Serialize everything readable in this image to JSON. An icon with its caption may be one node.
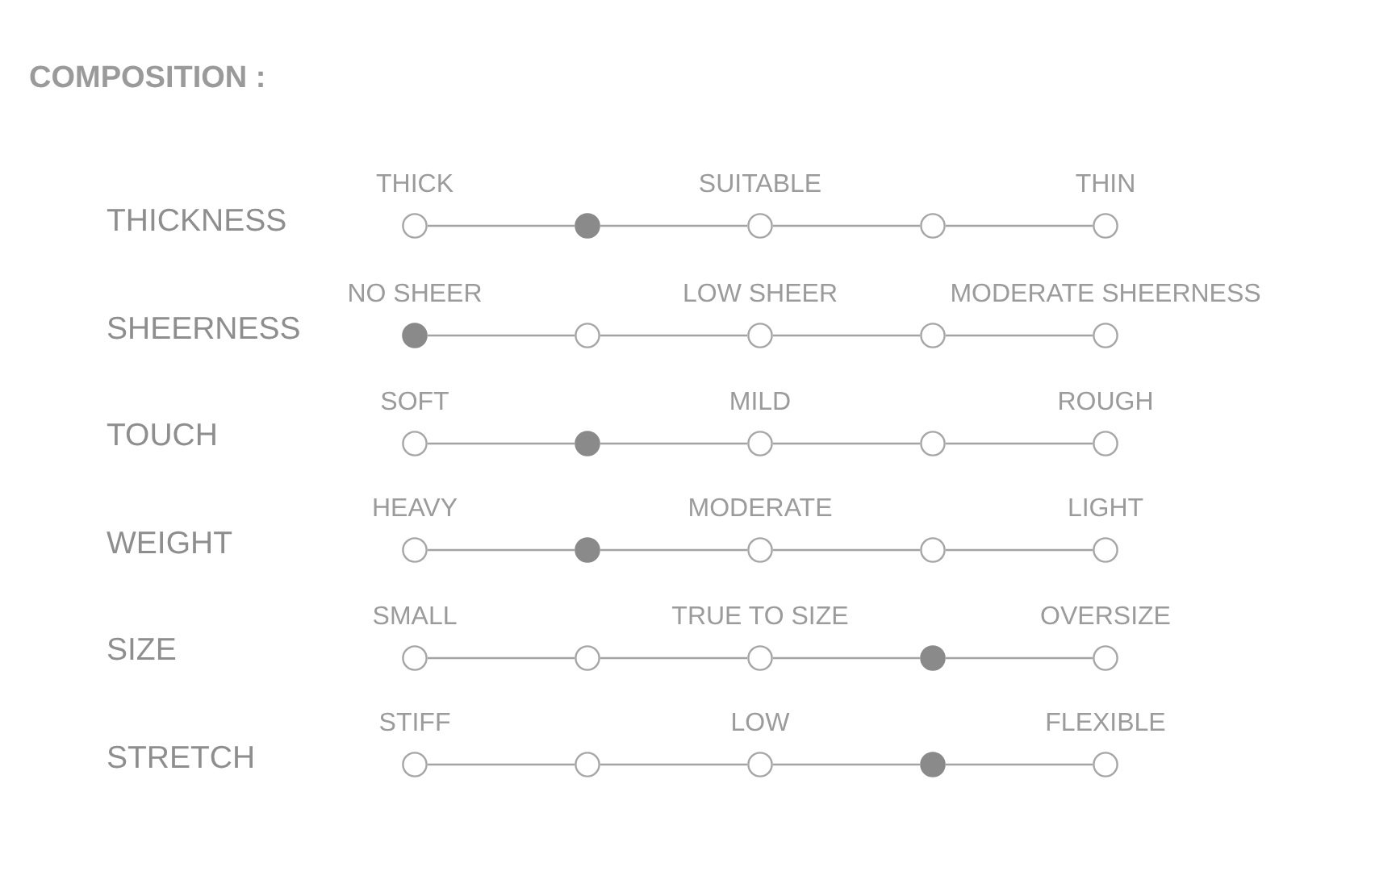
{
  "diagram": {
    "title": "COMPOSITION :",
    "nodes": [
      {
        "text": [],
        "shape": "circle",
        "beside": [
          "THICK"
        ]
      },
      {
        "text": [],
        "shape": "dot"
      },
      {
        "text": [],
        "shape": "circle",
        "beside": [
          "SUITABLE"
        ]
      },
      {
        "text": [],
        "shape": "circle"
      },
      {
        "text": [],
        "shape": "circle",
        "beside": [
          "THIN"
        ]
      },
      {
        "text": [],
        "shape": "dot",
        "beside": [
          "NO SHEER"
        ]
      },
      {
        "text": [],
        "shape": "circle"
      },
      {
        "text": [],
        "shape": "circle",
        "beside": [
          "LOW SHEER"
        ]
      },
      {
        "text": [],
        "shape": "circle"
      },
      {
        "text": [],
        "shape": "circle",
        "beside": [
          "MODERATE SHEERNESS"
        ]
      },
      {
        "text": [],
        "shape": "circle",
        "beside": [
          "SOFT"
        ]
      },
      {
        "text": [],
        "shape": "dot"
      },
      {
        "text": [],
        "shape": "circle",
        "beside": [
          "MILD"
        ]
      },
      {
        "text": [],
        "shape": "circle"
      },
      {
        "text": [],
        "shape": "circle",
        "beside": [
          "ROUGH"
        ]
      },
      {
        "text": [],
        "shape": "circle",
        "beside": [
          "HEAVY"
        ]
      },
      {
        "text": [],
        "shape": "dot"
      },
      {
        "text": [],
        "shape": "circle",
        "beside": [
          "MODERATE"
        ]
      },
      {
        "text": [],
        "shape": "circle"
      },
      {
        "text": [],
        "shape": "circle",
        "beside": [
          "LIGHT"
        ]
      },
      {
        "text": [],
        "shape": "circle",
        "beside": [
          "SMALL"
        ]
      },
      {
        "text": [],
        "shape": "circle"
      },
      {
        "text": [],
        "shape": "circle",
        "beside": [
          "TRUE TO SIZE"
        ]
      },
      {
        "text": [],
        "shape": "dot"
      },
      {
        "text": [],
        "shape": "circle",
        "beside": [
          "OVERSIZE"
        ]
      },
      {
        "text": [],
        "shape": "circle",
        "beside": [
          "STIFF"
        ]
      },
      {
        "text": [],
        "shape": "circle"
      },
      {
        "text": [],
        "shape": "circle",
        "beside": [
          "LOW"
        ]
      },
      {
        "text": [],
        "shape": "dot"
      },
      {
        "text": [],
        "shape": "circle",
        "beside": [
          "FLEXIBLE"
        ]
      }
    ],
    "edges": [
      {
        "from": 0,
        "to": 1,
        "arrow": "none"
      },
      {
        "from": 1,
        "to": 2,
        "arrow": "none"
      },
      {
        "from": 2,
        "to": 3,
        "arrow": "none"
      },
      {
        "from": 3,
        "to": 4,
        "arrow": "none"
      },
      {
        "from": 5,
        "to": 6,
        "arrow": "none"
      },
      {
        "from": 6,
        "to": 7,
        "arrow": "none"
      },
      {
        "from": 7,
        "to": 8,
        "arrow": "none"
      },
      {
        "from": 8,
        "to": 9,
        "arrow": "none"
      },
      {
        "from": 10,
        "to": 11,
        "arrow": "none"
      },
      {
        "from": 11,
        "to": 12,
        "arrow": "none"
      },
      {
        "from": 12,
        "to": 13,
        "arrow": "none"
      },
      {
        "from": 13,
        "to": 14,
        "arrow": "none"
      },
      {
        "from": 15,
        "to": 16,
        "arrow": "none"
      },
      {
        "from": 16,
        "to": 17,
        "arrow": "none"
      },
      {
        "from": 17,
        "to": 18,
        "arrow": "none"
      },
      {
        "from": 18,
        "to": 19,
        "arrow": "none"
      },
      {
        "from": 20,
        "to": 21,
        "arrow": "none"
      },
      {
        "from": 21,
        "to": 22,
        "arrow": "none"
      },
      {
        "from": 22,
        "to": 23,
        "arrow": "none"
      },
      {
        "from": 23,
        "to": 24,
        "arrow": "none"
      },
      {
        "from": 25,
        "to": 26,
        "arrow": "none"
      },
      {
        "from": 26,
        "to": 27,
        "arrow": "none"
      },
      {
        "from": 27,
        "to": 28,
        "arrow": "none"
      },
      {
        "from": 28,
        "to": 29,
        "arrow": "none"
      }
    ],
    "labels": [
      "THICKNESS",
      "SHEERNESS",
      "TOUCH",
      "WEIGHT",
      "SIZE",
      "STRETCH"
    ]
  }
}
